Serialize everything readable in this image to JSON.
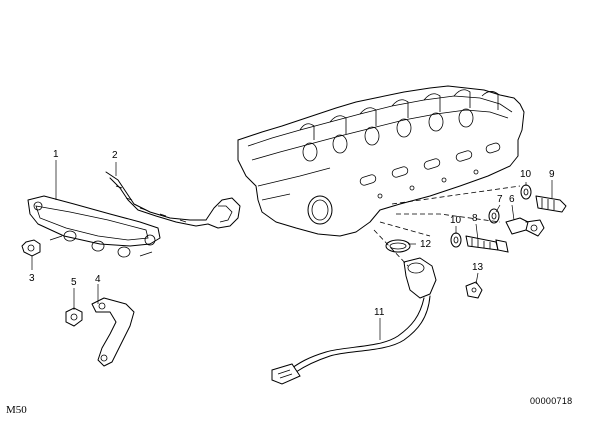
{
  "diagram": {
    "model_label": "M50",
    "drawing_number": "00000718",
    "callouts": [
      "1",
      "2",
      "3",
      "4",
      "5",
      "6",
      "7",
      "8",
      "9",
      "10",
      "10",
      "11",
      "12",
      "13"
    ]
  }
}
